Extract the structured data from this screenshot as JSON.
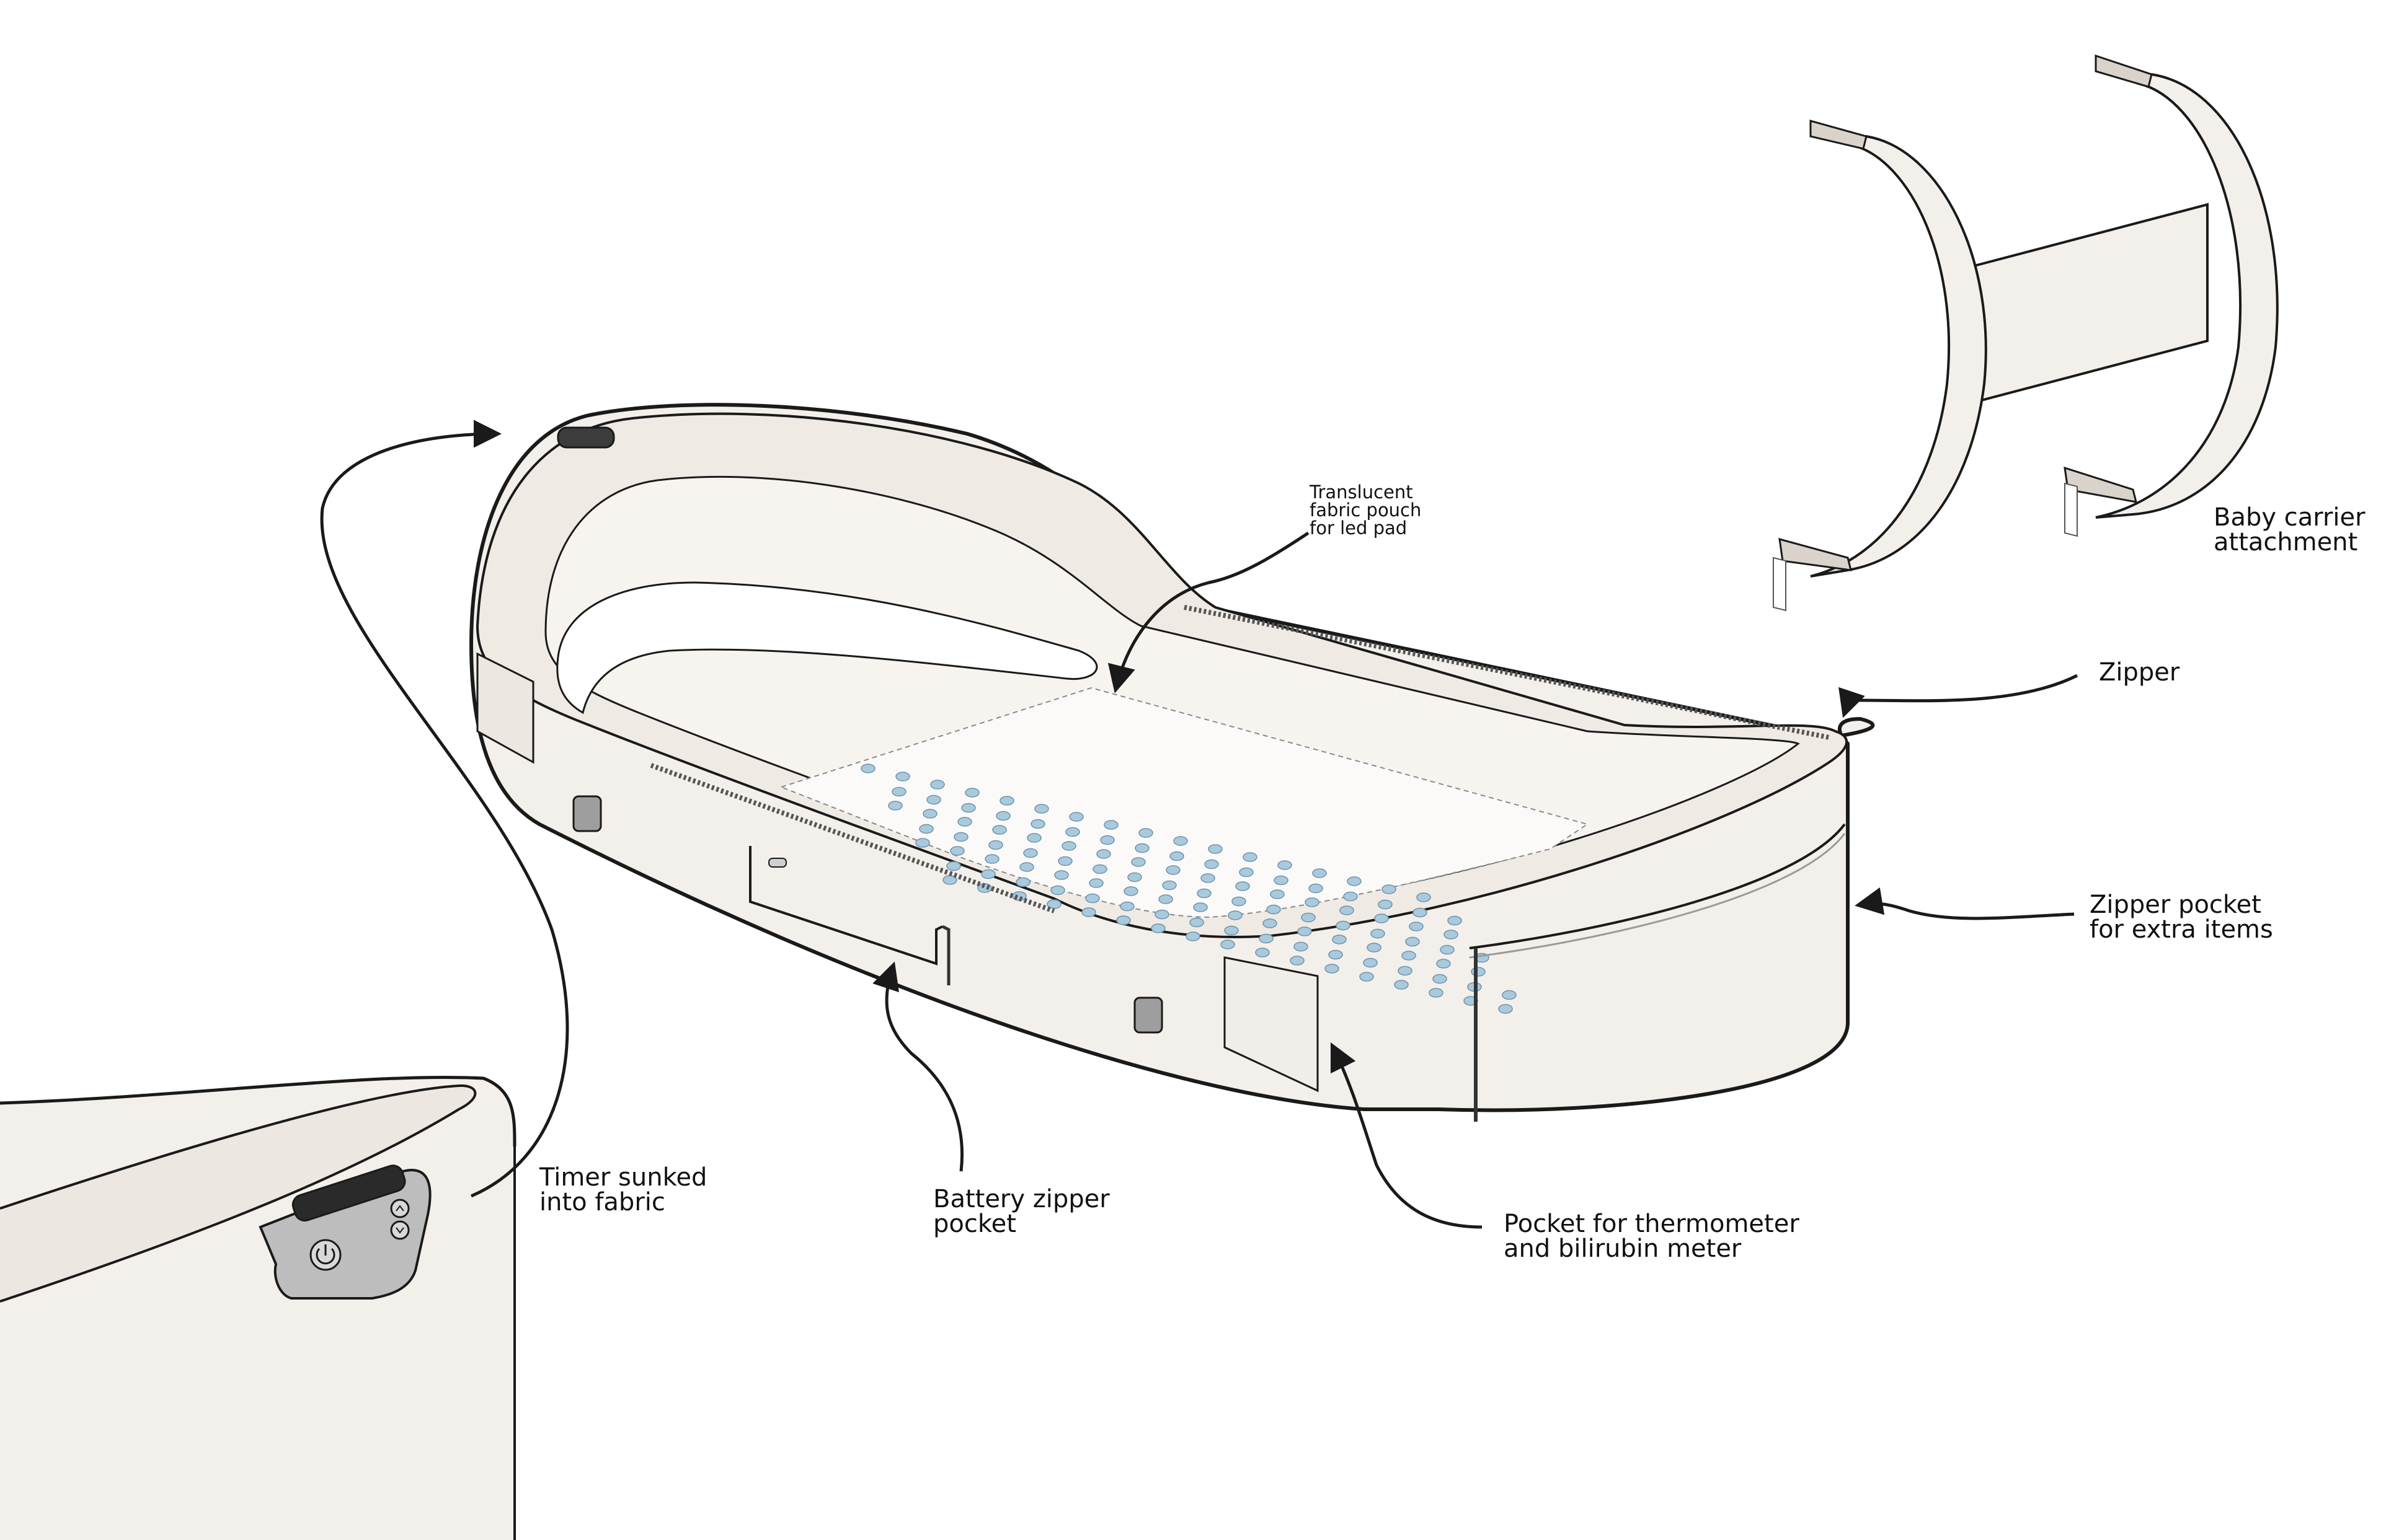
{
  "labels": {
    "led_pouch": "Translucent\nfabric pouch\nfor led pad",
    "baby_carrier": "Baby carrier\nattachment",
    "zipper": "Zipper",
    "zipper_pocket": "Zipper pocket\nfor extra items",
    "timer": "Timer sunked\ninto fabric",
    "battery_pocket": "Battery zipper\npocket",
    "thermometer_pocket": "Pocket for thermometer\nand bilirubin meter"
  },
  "colors": {
    "fabric": "#f3efea",
    "fabric_shade": "#e7e1da",
    "outline": "#1a1a1a",
    "led_dot": "#a9c9dd",
    "led_dot_edge": "#6f93ab",
    "control_panel": "#bdbdbd",
    "background": "#ffffff"
  },
  "icons": {
    "power_button": "power-icon",
    "timer_up": "up-arrow-icon",
    "timer_down": "down-arrow-icon"
  }
}
